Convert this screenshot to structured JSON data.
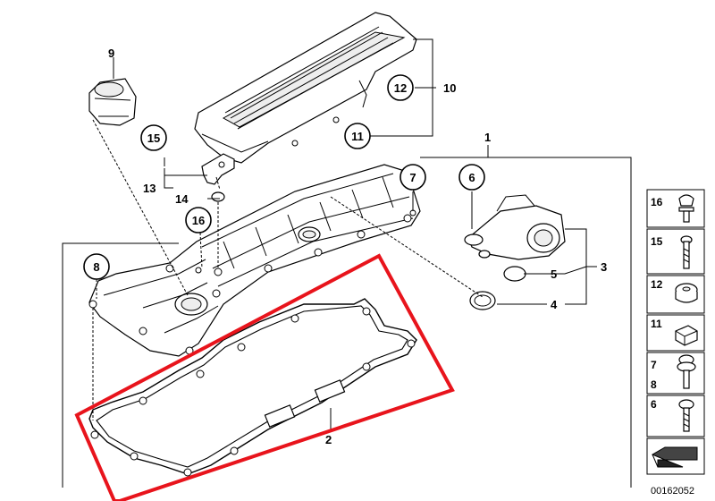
{
  "diagram": {
    "doc_number": "00162052",
    "callouts": [
      {
        "label": "1"
      },
      {
        "label": "2"
      },
      {
        "label": "3"
      },
      {
        "label": "4"
      },
      {
        "label": "5"
      },
      {
        "label": "6"
      },
      {
        "label": "7"
      },
      {
        "label": "8"
      },
      {
        "label": "9"
      },
      {
        "label": "10"
      },
      {
        "label": "11"
      },
      {
        "label": "12"
      },
      {
        "label": "13"
      },
      {
        "label": "14"
      },
      {
        "label": "15"
      },
      {
        "label": "16"
      }
    ],
    "legend": [
      {
        "label": "16",
        "icon": "stud-bolt-icon"
      },
      {
        "label": "15",
        "icon": "screw-icon"
      },
      {
        "label": "12",
        "icon": "rubber-grommet-icon"
      },
      {
        "label": "11",
        "icon": "rubber-buffer-icon"
      },
      {
        "label": "7",
        "label2": "8",
        "icon": "bolt-with-seal-icon"
      },
      {
        "label": "6",
        "icon": "torx-screw-icon"
      },
      {
        "label": "",
        "icon": "direction-arrow-icon"
      }
    ],
    "highlight_color": "#e8141c"
  }
}
